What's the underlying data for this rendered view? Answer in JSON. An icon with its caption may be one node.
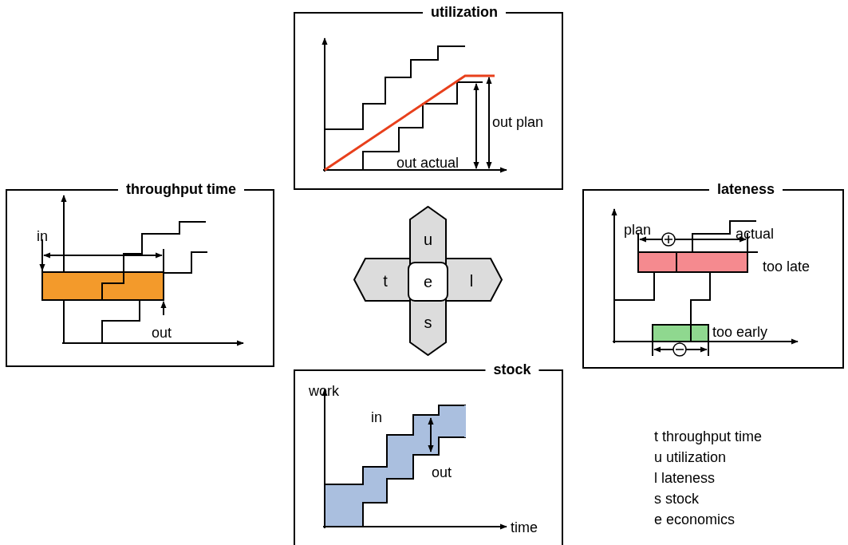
{
  "diagram": {
    "nodes": [
      {
        "text": [
          "utilization",
          "out plan",
          "out actual"
        ]
      },
      {
        "text": [
          "throughput time",
          "in",
          "out"
        ]
      },
      {
        "text": [
          "lateness",
          "plan",
          "actual",
          "too late",
          "too early"
        ]
      },
      {
        "text": [
          "stock",
          "work",
          "in",
          "out",
          "time"
        ]
      },
      {
        "text": [
          "u"
        ]
      },
      {
        "text": [
          "t"
        ]
      },
      {
        "text": [
          "e"
        ]
      },
      {
        "text": [
          "l"
        ]
      },
      {
        "text": [
          "s"
        ]
      }
    ],
    "labels": [
      "t throughput time",
      "u utilization",
      "l lateness",
      "s stock",
      "e economics"
    ]
  }
}
